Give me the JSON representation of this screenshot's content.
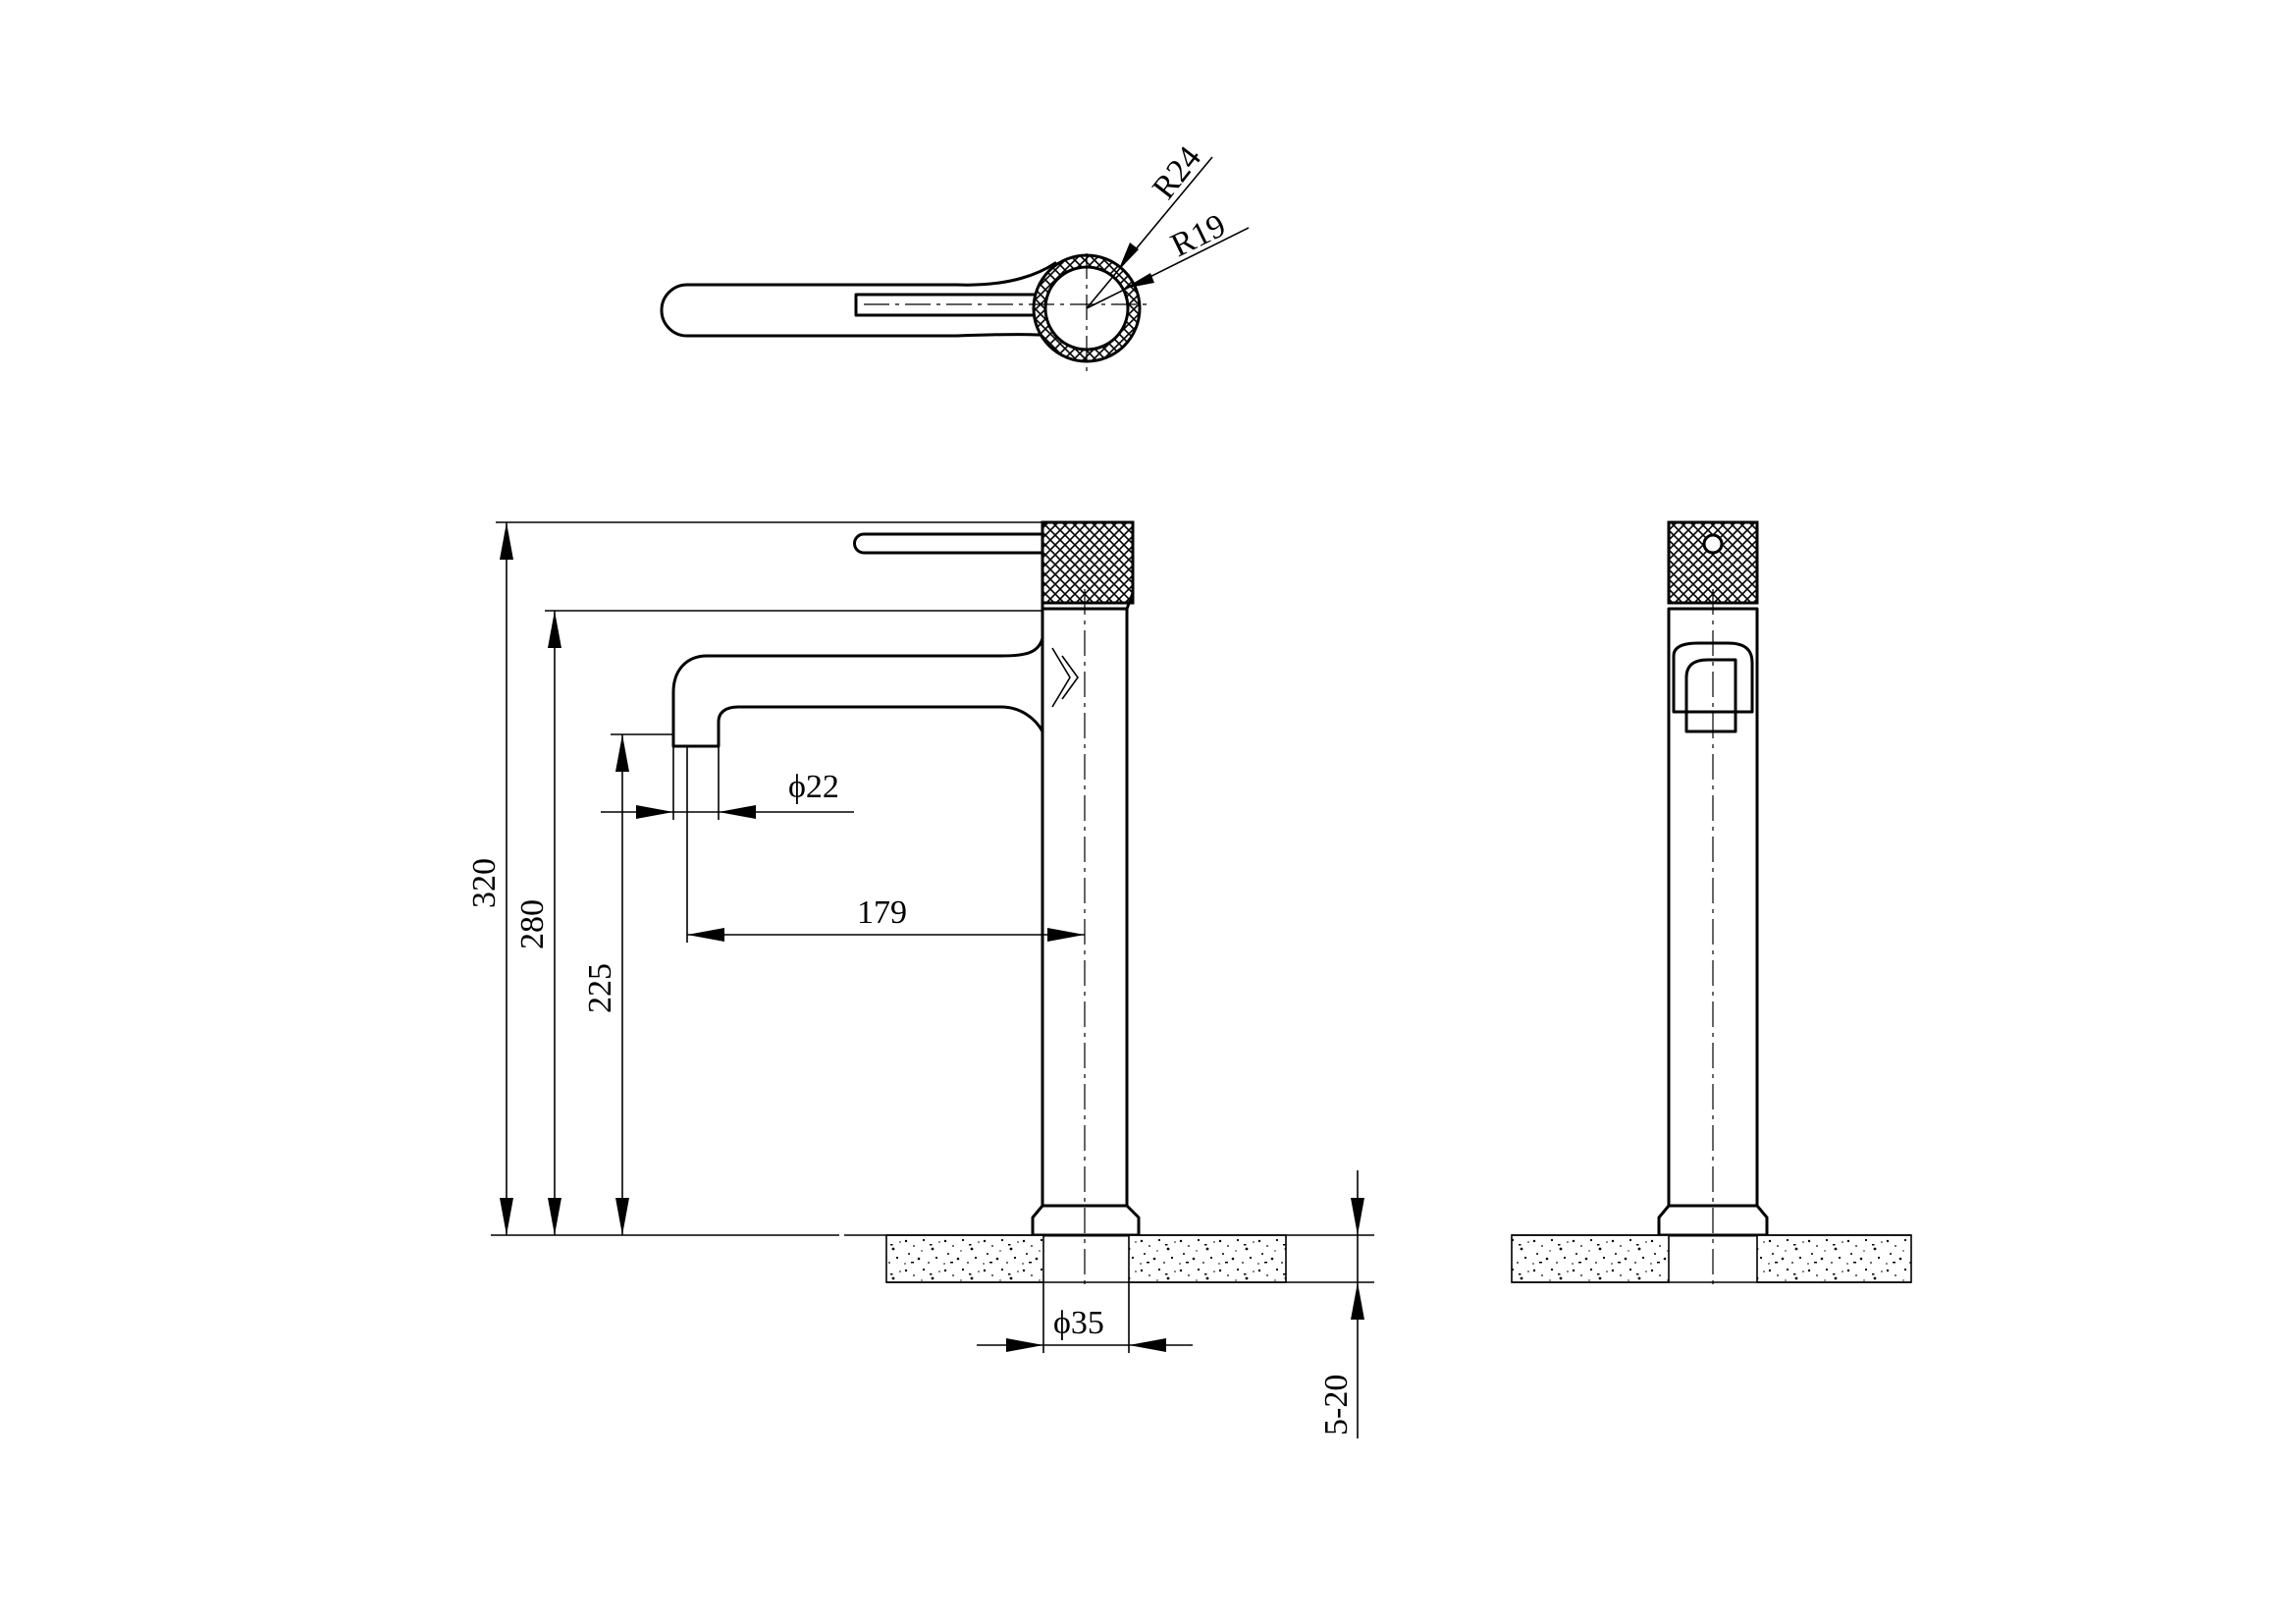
{
  "dimensions": {
    "r24": "R24",
    "r19": "R19",
    "d22": "ϕ22",
    "l179": "179",
    "h320": "320",
    "h280": "280",
    "h225": "225",
    "d35": "ϕ35",
    "t520": "5-20"
  },
  "colors": {
    "line": "#000000",
    "background": "#ffffff"
  }
}
